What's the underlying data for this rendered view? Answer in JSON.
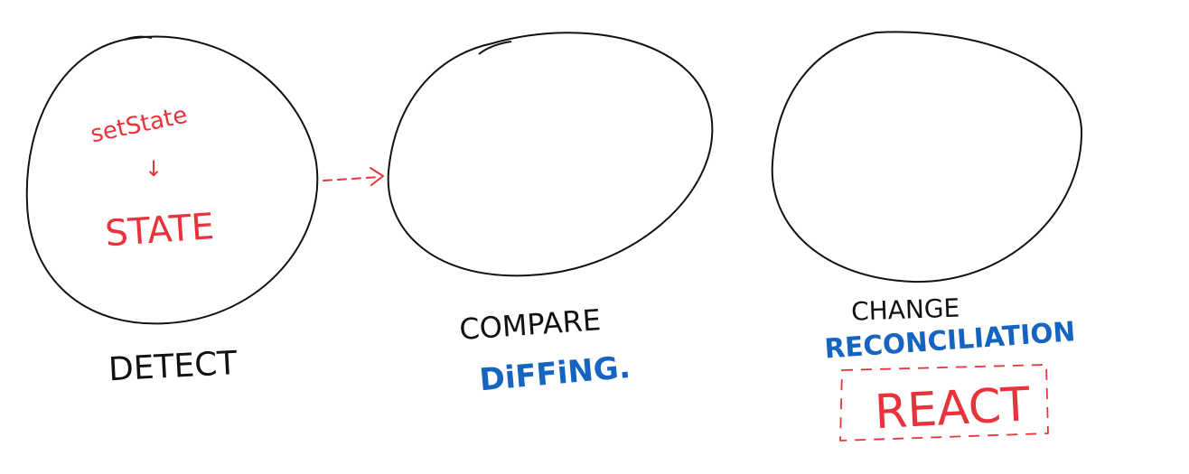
{
  "colors": {
    "ink": "#111111",
    "red": "#e8333c",
    "blue": "#1565c0",
    "background": "#ffffff"
  },
  "stages": [
    {
      "label": "DETECT",
      "inner_top": "setState",
      "inner_arrow": "↓",
      "inner_main": "STATE"
    },
    {
      "label": "COMPARE",
      "note": "DiFFiNG."
    },
    {
      "label": "CHANGE",
      "note": "RECONCILIATION",
      "boxed_note": "REACT"
    }
  ]
}
